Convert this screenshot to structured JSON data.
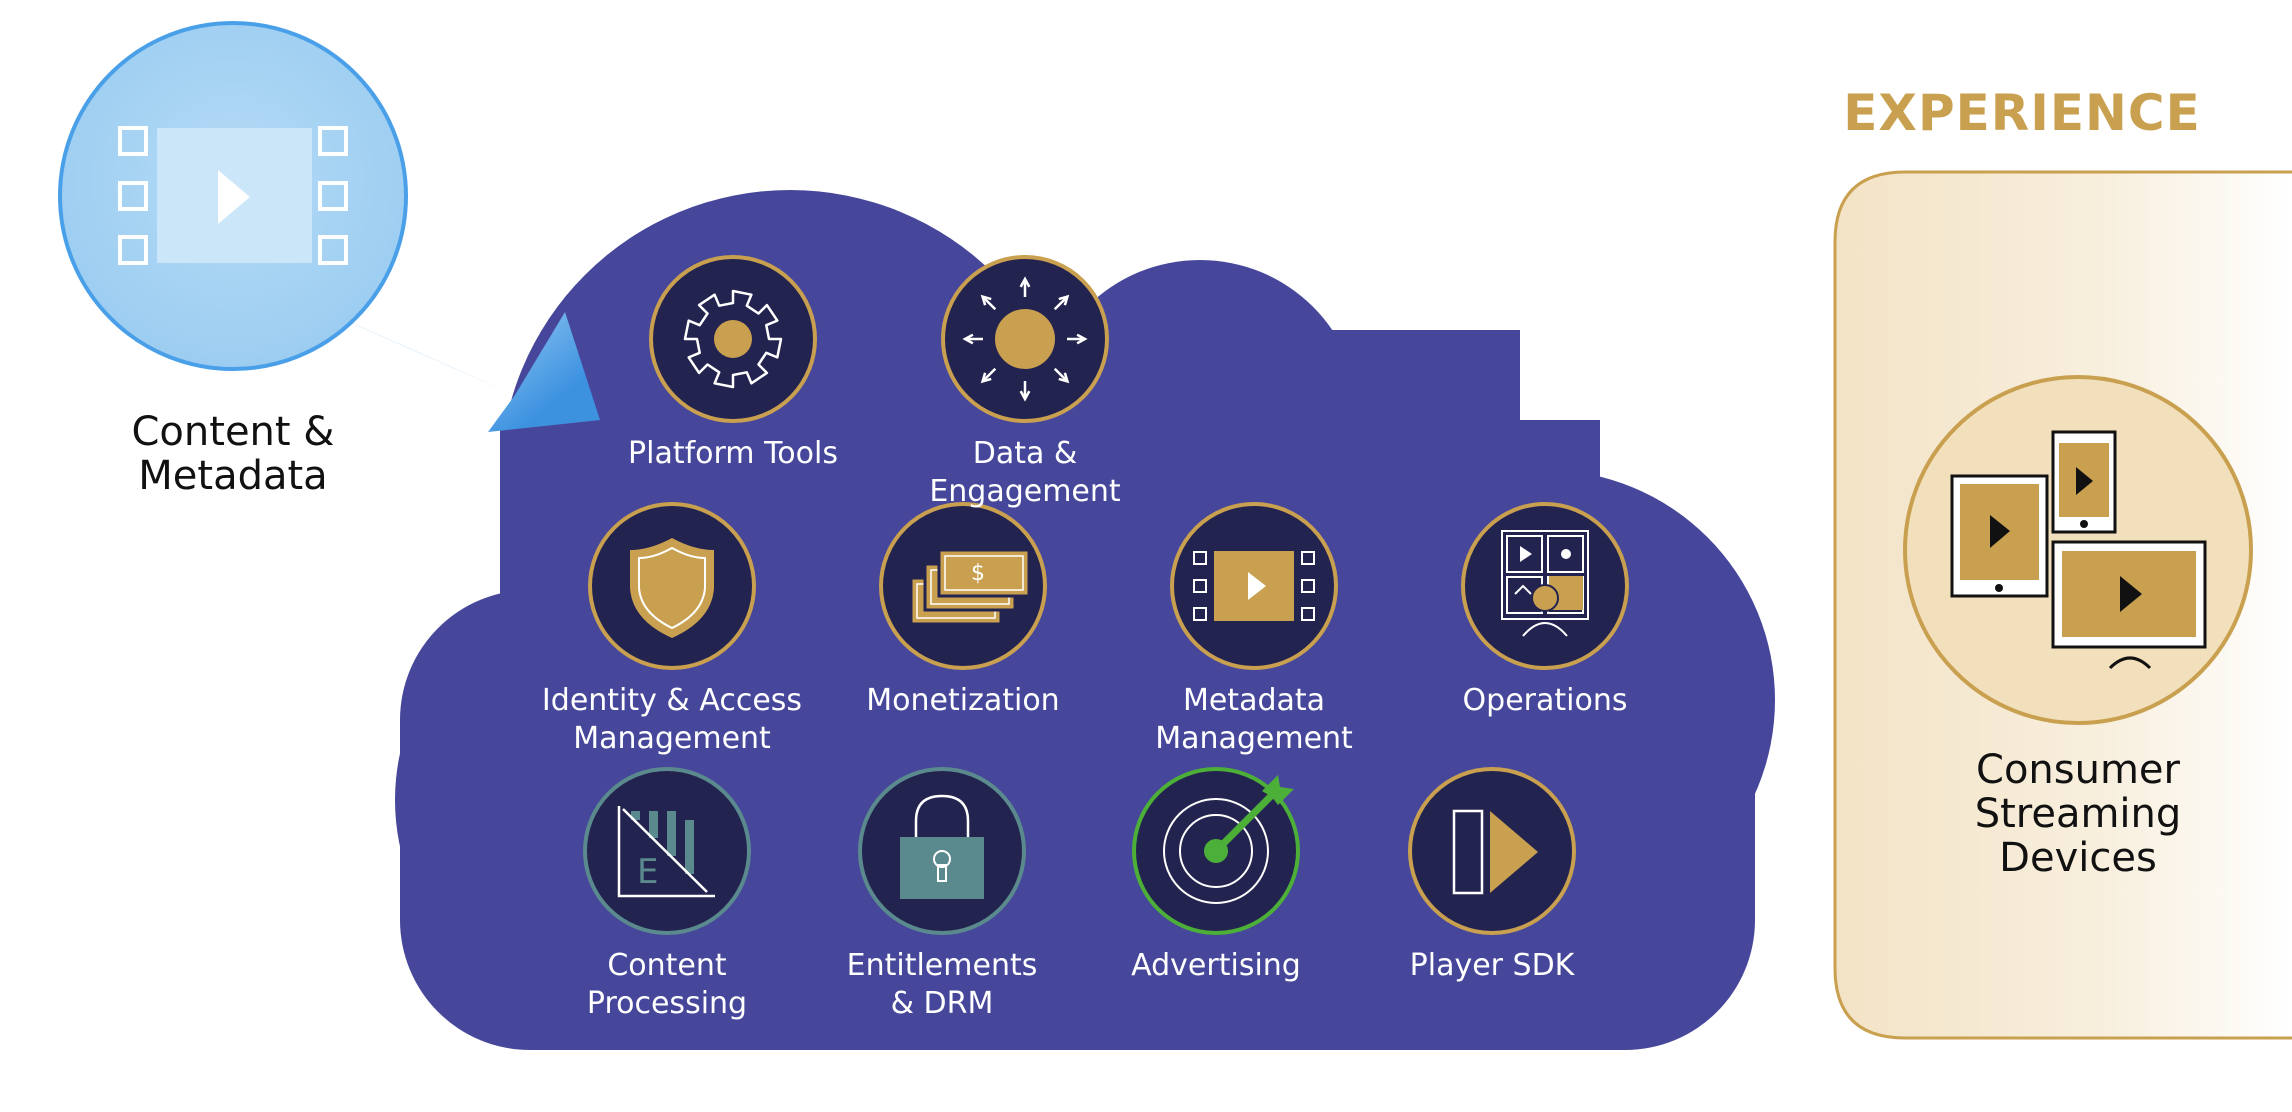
{
  "colors": {
    "cloud": "#46479a",
    "icon_bg": "#23234f",
    "gold": "#c9a04f",
    "source_blue": "#a6d3f3",
    "source_ring": "#4aa0e8",
    "teal": "#5b8a8e",
    "green": "#4caf38",
    "experience_panel": "#f5e8d0"
  },
  "source": {
    "label": "Content &\nMetadata",
    "icon": "film-play-icon"
  },
  "experience": {
    "title": "EXPERIENCE",
    "device_label": "Consumer\nStreaming\nDevices",
    "icon": "devices-icon"
  },
  "services": [
    {
      "id": "platform-tools",
      "label": "Platform Tools",
      "icon": "gear-icon"
    },
    {
      "id": "data-engagement",
      "label": "Data & Engagement",
      "icon": "sun-arrows-icon"
    },
    {
      "id": "identity-access",
      "label": "Identity & Access\nManagement",
      "icon": "shield-icon"
    },
    {
      "id": "monetization",
      "label": "Monetization",
      "icon": "money-icon"
    },
    {
      "id": "metadata-management",
      "label": "Metadata\nManagement",
      "icon": "film-icon"
    },
    {
      "id": "operations",
      "label": "Operations",
      "icon": "dashboard-person-icon"
    },
    {
      "id": "content-processing",
      "label": "Content\nProcessing",
      "icon": "pixel-staircase-icon"
    },
    {
      "id": "entitlements-drm",
      "label": "Entitlements\n& DRM",
      "icon": "padlock-icon"
    },
    {
      "id": "advertising",
      "label": "Advertising",
      "icon": "target-dart-icon"
    },
    {
      "id": "player-sdk",
      "label": "Player SDK",
      "icon": "play-sdk-icon"
    }
  ]
}
